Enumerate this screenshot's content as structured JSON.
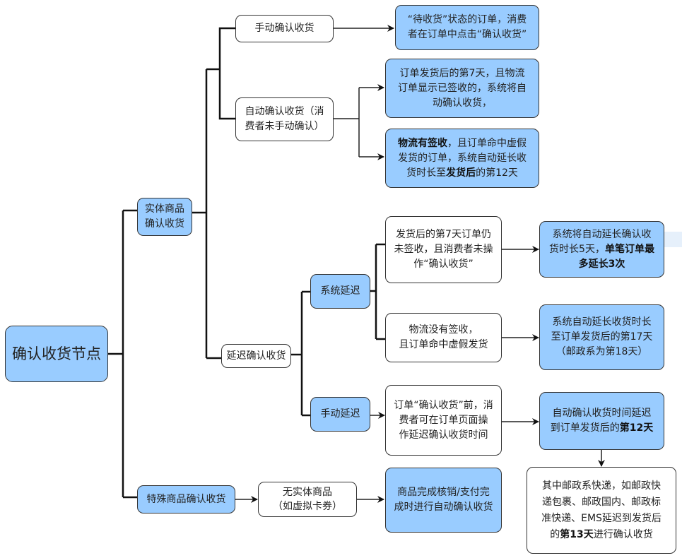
{
  "diagram": {
    "root": {
      "label": "确认收货节点"
    },
    "physical": {
      "label_lines": [
        "实体商品",
        "确认收货"
      ],
      "manual_confirm": {
        "label": "手动确认收货",
        "result_lines": [
          "“待收货”状态的订单，消费",
          "者在订单中点击“确认收货”"
        ]
      },
      "auto_confirm": {
        "label_lines": [
          "自动确认收货（消",
          "费者未手动确认）"
        ],
        "result_a_lines": [
          "订单发货后的第7天，且物流",
          "订单显示已签收的，系统将自",
          "动确认收货，"
        ],
        "result_b": {
          "l1_bold": "物流有签收",
          "l1_rest": "，且订单命中虚假",
          "l2": "发货的订单，系统自动延长收",
          "l3_pre": "货时长至",
          "l3_bold": "发货后",
          "l3_post": "的第12天"
        }
      },
      "delay_confirm": {
        "label": "延迟确认收货",
        "system_delay": {
          "label": "系统延迟",
          "case_a_lines": [
            "发货后的第7天订单仍",
            "未签收，且消费者未操",
            "作“确认收货”"
          ],
          "result_a": {
            "l1": "系统将自动延长确认收",
            "l2_pre": "货时长5天，",
            "l2_bold": "单笔订单最",
            "l3_bold": "多延长3次"
          },
          "case_b_lines": [
            "物流没有签收，",
            "且订单命中虚假发货"
          ],
          "result_b_lines": [
            "系统自动延长收货时长",
            "至订单发货后的第17天",
            "（邮政系为第18天）"
          ]
        },
        "manual_delay": {
          "label": "手动延迟",
          "case_lines": [
            "订单“确认收货”前，消",
            "费者可在订单页面操",
            "作延迟确认收货时间"
          ],
          "result": {
            "l1": "自动确认收货时间延迟",
            "l2_pre": "到订单发货后的",
            "l2_bold": "第12天"
          },
          "postal_note": {
            "l1": "其中邮政系快递，如邮政快",
            "l2": "递包裹、邮政国内、邮政标",
            "l3": "准快递、EMS延迟到发货后",
            "l4_pre": "的",
            "l4_bold": "第13天",
            "l4_post": "进行确认收货"
          }
        }
      }
    },
    "special": {
      "label": "特殊商品确认收货",
      "case_lines": [
        "无实体商品",
        "（如虚拟卡券）"
      ],
      "result_lines": [
        "商品完成核销/支付完",
        "成时进行自动确认收货"
      ]
    },
    "colors": {
      "blue_node": "#99ccff",
      "white_node": "#ffffff",
      "border": "#333333"
    }
  }
}
